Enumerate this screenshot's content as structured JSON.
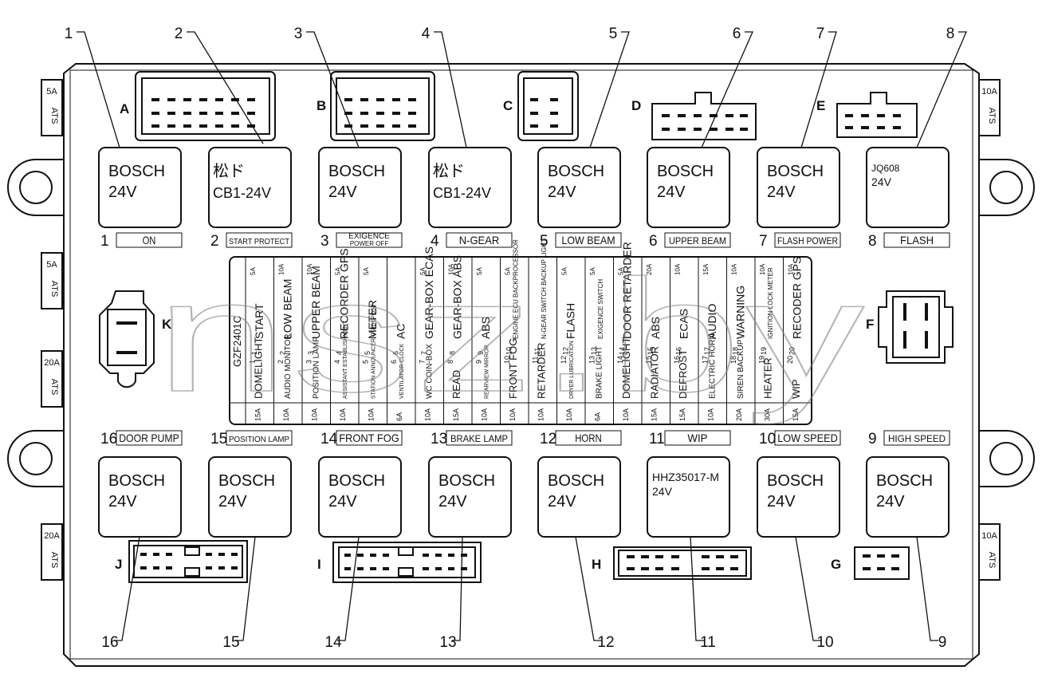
{
  "relays_top": [
    {
      "callout": "1",
      "brand": "BOSCH",
      "voltage": "24V",
      "label_num": "1",
      "label": "ON"
    },
    {
      "callout": "2",
      "brand": "松ド",
      "voltage": "CB1-24V",
      "label_num": "2",
      "label": "START PROTECT"
    },
    {
      "callout": "3",
      "brand": "BOSCH",
      "voltage": "24V",
      "label_num": "3",
      "label": "EXIGENCE POWER OFF"
    },
    {
      "callout": "4",
      "brand": "松ド",
      "voltage": "CB1-24V",
      "label_num": "4",
      "label": "N-GEAR"
    },
    {
      "callout": "5",
      "brand": "BOSCH",
      "voltage": "24V",
      "label_num": "5",
      "label": "LOW BEAM"
    },
    {
      "callout": "6",
      "brand": "BOSCH",
      "voltage": "24V",
      "label_num": "6",
      "label": "UPPER BEAM"
    },
    {
      "callout": "7",
      "brand": "BOSCH",
      "voltage": "24V",
      "label_num": "7",
      "label": "FLASH POWER"
    },
    {
      "callout": "8",
      "brand": "JQ608",
      "voltage": "24V",
      "label_num": "8",
      "label": "FLASH"
    }
  ],
  "relays_bottom": [
    {
      "callout": "16",
      "brand": "BOSCH",
      "voltage": "24V",
      "label_num": "16",
      "label": "DOOR PUMP"
    },
    {
      "callout": "15",
      "brand": "BOSCH",
      "voltage": "24V",
      "label_num": "15",
      "label": "POSITION LAMP"
    },
    {
      "callout": "14",
      "brand": "BOSCH",
      "voltage": "24V",
      "label_num": "14",
      "label": "FRONT FOG"
    },
    {
      "callout": "13",
      "brand": "BOSCH",
      "voltage": "24V",
      "label_num": "13",
      "label": "BRAKE LAMP"
    },
    {
      "callout": "12",
      "brand": "BOSCH",
      "voltage": "24V",
      "label_num": "12",
      "label": "HORN"
    },
    {
      "callout": "11",
      "brand": "HHZ35017-M",
      "voltage": "24V",
      "label_num": "11",
      "label": "WIP"
    },
    {
      "callout": "10",
      "brand": "BOSCH",
      "voltage": "24V",
      "label_num": "10",
      "label": "LOW SPEED"
    },
    {
      "callout": "9",
      "brand": "BOSCH",
      "voltage": "24V",
      "label_num": "9",
      "label": "HIGH SPEED"
    }
  ],
  "connectors": [
    "A",
    "B",
    "C",
    "D",
    "E",
    "F",
    "G",
    "H",
    "I",
    "J",
    "K"
  ],
  "side_fuses": [
    {
      "amp": "5A",
      "type": "ATS"
    },
    {
      "amp": "5A",
      "type": "ATS"
    },
    {
      "amp": "20A",
      "type": "ATS"
    },
    {
      "amp": "20A",
      "type": "ATS"
    },
    {
      "amp": "10A",
      "type": "ATS"
    },
    {
      "amp": "10A",
      "type": "ATS"
    }
  ],
  "fuse_table": {
    "id": "GZF2401C",
    "top_row": [
      {
        "name": "START",
        "num": "1",
        "amp": "5A"
      },
      {
        "name": "LOW BEAM",
        "num": "2",
        "amp": "10A"
      },
      {
        "name": "UPPER BEAM",
        "num": "3",
        "amp": "10A"
      },
      {
        "name": "RECORDER GPS",
        "num": "4",
        "amp": "5A"
      },
      {
        "name": "METER",
        "num": "5",
        "amp": "5A"
      },
      {
        "name": "AC",
        "num": "6",
        "amp": ""
      },
      {
        "name": "GEAR-BOX ECAS",
        "num": "7",
        "amp": "5A"
      },
      {
        "name": "GEAR-BOX ABS",
        "num": "8",
        "amp": "10A"
      },
      {
        "name": "ABS",
        "num": "9",
        "amp": "5A"
      },
      {
        "name": "ENGINE ECU BACKPROCESSOR",
        "num": "10",
        "amp": "5A"
      },
      {
        "name": "N-GEAR SWITCH BACKUP LIGHT",
        "num": "11",
        "amp": ""
      },
      {
        "name": "FLASH",
        "num": "12",
        "amp": "5A"
      },
      {
        "name": "EXIGENCE SWITCH",
        "num": "13",
        "amp": "5A"
      },
      {
        "name": "DOOR RETARDER",
        "num": "14",
        "amp": "5A"
      },
      {
        "name": "ABS",
        "num": "15",
        "amp": "20A"
      },
      {
        "name": "ECAS",
        "num": "16",
        "amp": "10A"
      },
      {
        "name": "AUDIO",
        "num": "17",
        "amp": "15A"
      },
      {
        "name": "WARNING",
        "num": "18",
        "amp": "10A"
      },
      {
        "name": "IGNITION LOCK METER",
        "num": "19",
        "amp": "10A"
      },
      {
        "name": "RECODER GPS",
        "num": "20",
        "amp": "10A"
      }
    ],
    "bottom_row": [
      {
        "name": "DOMELIGHT",
        "num": "1",
        "amp": "15A"
      },
      {
        "name": "AUDIO MONITOR",
        "num": "2",
        "amp": "10A"
      },
      {
        "name": "POSITION LAMP",
        "num": "3",
        "amp": "10A"
      },
      {
        "name": "ASSISTANT ESTABLISHMENT",
        "num": "4",
        "amp": "10A"
      },
      {
        "name": "STATION ANNOUNCER GUIDEPOST",
        "num": "5",
        "amp": "10A"
      },
      {
        "name": "VENTILATOR CLOCK",
        "num": "6",
        "amp": "6A"
      },
      {
        "name": "WC COIN-BOX",
        "num": "7",
        "amp": "10A"
      },
      {
        "name": "READ",
        "num": "8",
        "amp": "15A"
      },
      {
        "name": "REARVIEW MIRROR",
        "num": "9",
        "amp": "10A"
      },
      {
        "name": "FRONT FOG",
        "num": "10",
        "amp": "10A"
      },
      {
        "name": "RETARDER",
        "num": "11",
        "amp": "10A"
      },
      {
        "name": "DRYER LUBRICATION",
        "num": "12",
        "amp": "10A"
      },
      {
        "name": "BRAKE LIGHT",
        "num": "13",
        "amp": "6A"
      },
      {
        "name": "DOMELIGHT",
        "num": "14",
        "amp": "10A"
      },
      {
        "name": "RADIATOR",
        "num": "15",
        "amp": "15A"
      },
      {
        "name": "DEFROST",
        "num": "16",
        "amp": "15A"
      },
      {
        "name": "ELECTRIC HORN",
        "num": "17",
        "amp": "10A"
      },
      {
        "name": "SIREN BACKUP",
        "num": "18",
        "amp": "20A"
      },
      {
        "name": "HEATER",
        "num": "19",
        "amp": "30A"
      },
      {
        "name": "WIP",
        "num": "20",
        "amp": "15A"
      }
    ]
  },
  "watermark": "nsz.by"
}
